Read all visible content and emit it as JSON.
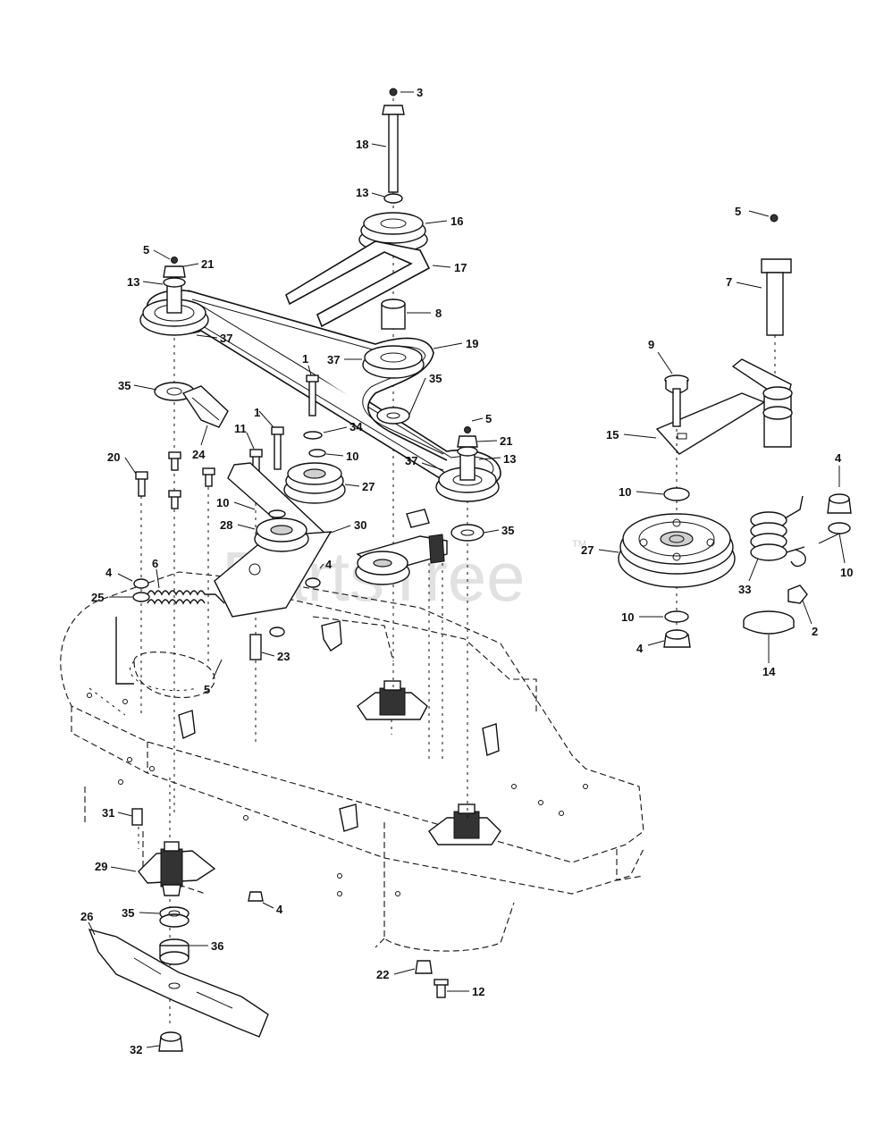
{
  "watermark": {
    "text": "PartsTree",
    "trademark": "TM"
  },
  "callouts": {
    "c3": "3",
    "c18": "18",
    "c13a": "13",
    "c16": "16",
    "c17": "17",
    "c8": "8",
    "c5a": "5",
    "c21a": "21",
    "c13b": "13",
    "c37a": "37",
    "c37b": "37",
    "c19": "19",
    "c35a": "35",
    "c24": "24",
    "c1a": "1",
    "c1b": "1",
    "c34": "34",
    "c10a": "10",
    "c35b": "35",
    "c5b": "5",
    "c21b": "21",
    "c13c": "13",
    "c37c": "37",
    "c11": "11",
    "c20": "20",
    "c27a": "27",
    "c10b": "10",
    "c28": "28",
    "c30": "30",
    "c35c": "35",
    "c4a": "4",
    "c6": "6",
    "c4b": "4",
    "c25": "25",
    "c23": "23",
    "c5c": "5",
    "c5d": "5",
    "c7": "7",
    "c9": "9",
    "c15": "15",
    "c4c": "4",
    "c10c": "10",
    "c27b": "27",
    "c10d": "10",
    "c33": "33",
    "c2": "2",
    "c10e": "10",
    "c4d": "4",
    "c14": "14",
    "c31": "31",
    "c29": "29",
    "c4e": "4",
    "c26": "26",
    "c35d": "35",
    "c36": "36",
    "c22": "22",
    "c12": "12",
    "c32": "32"
  }
}
